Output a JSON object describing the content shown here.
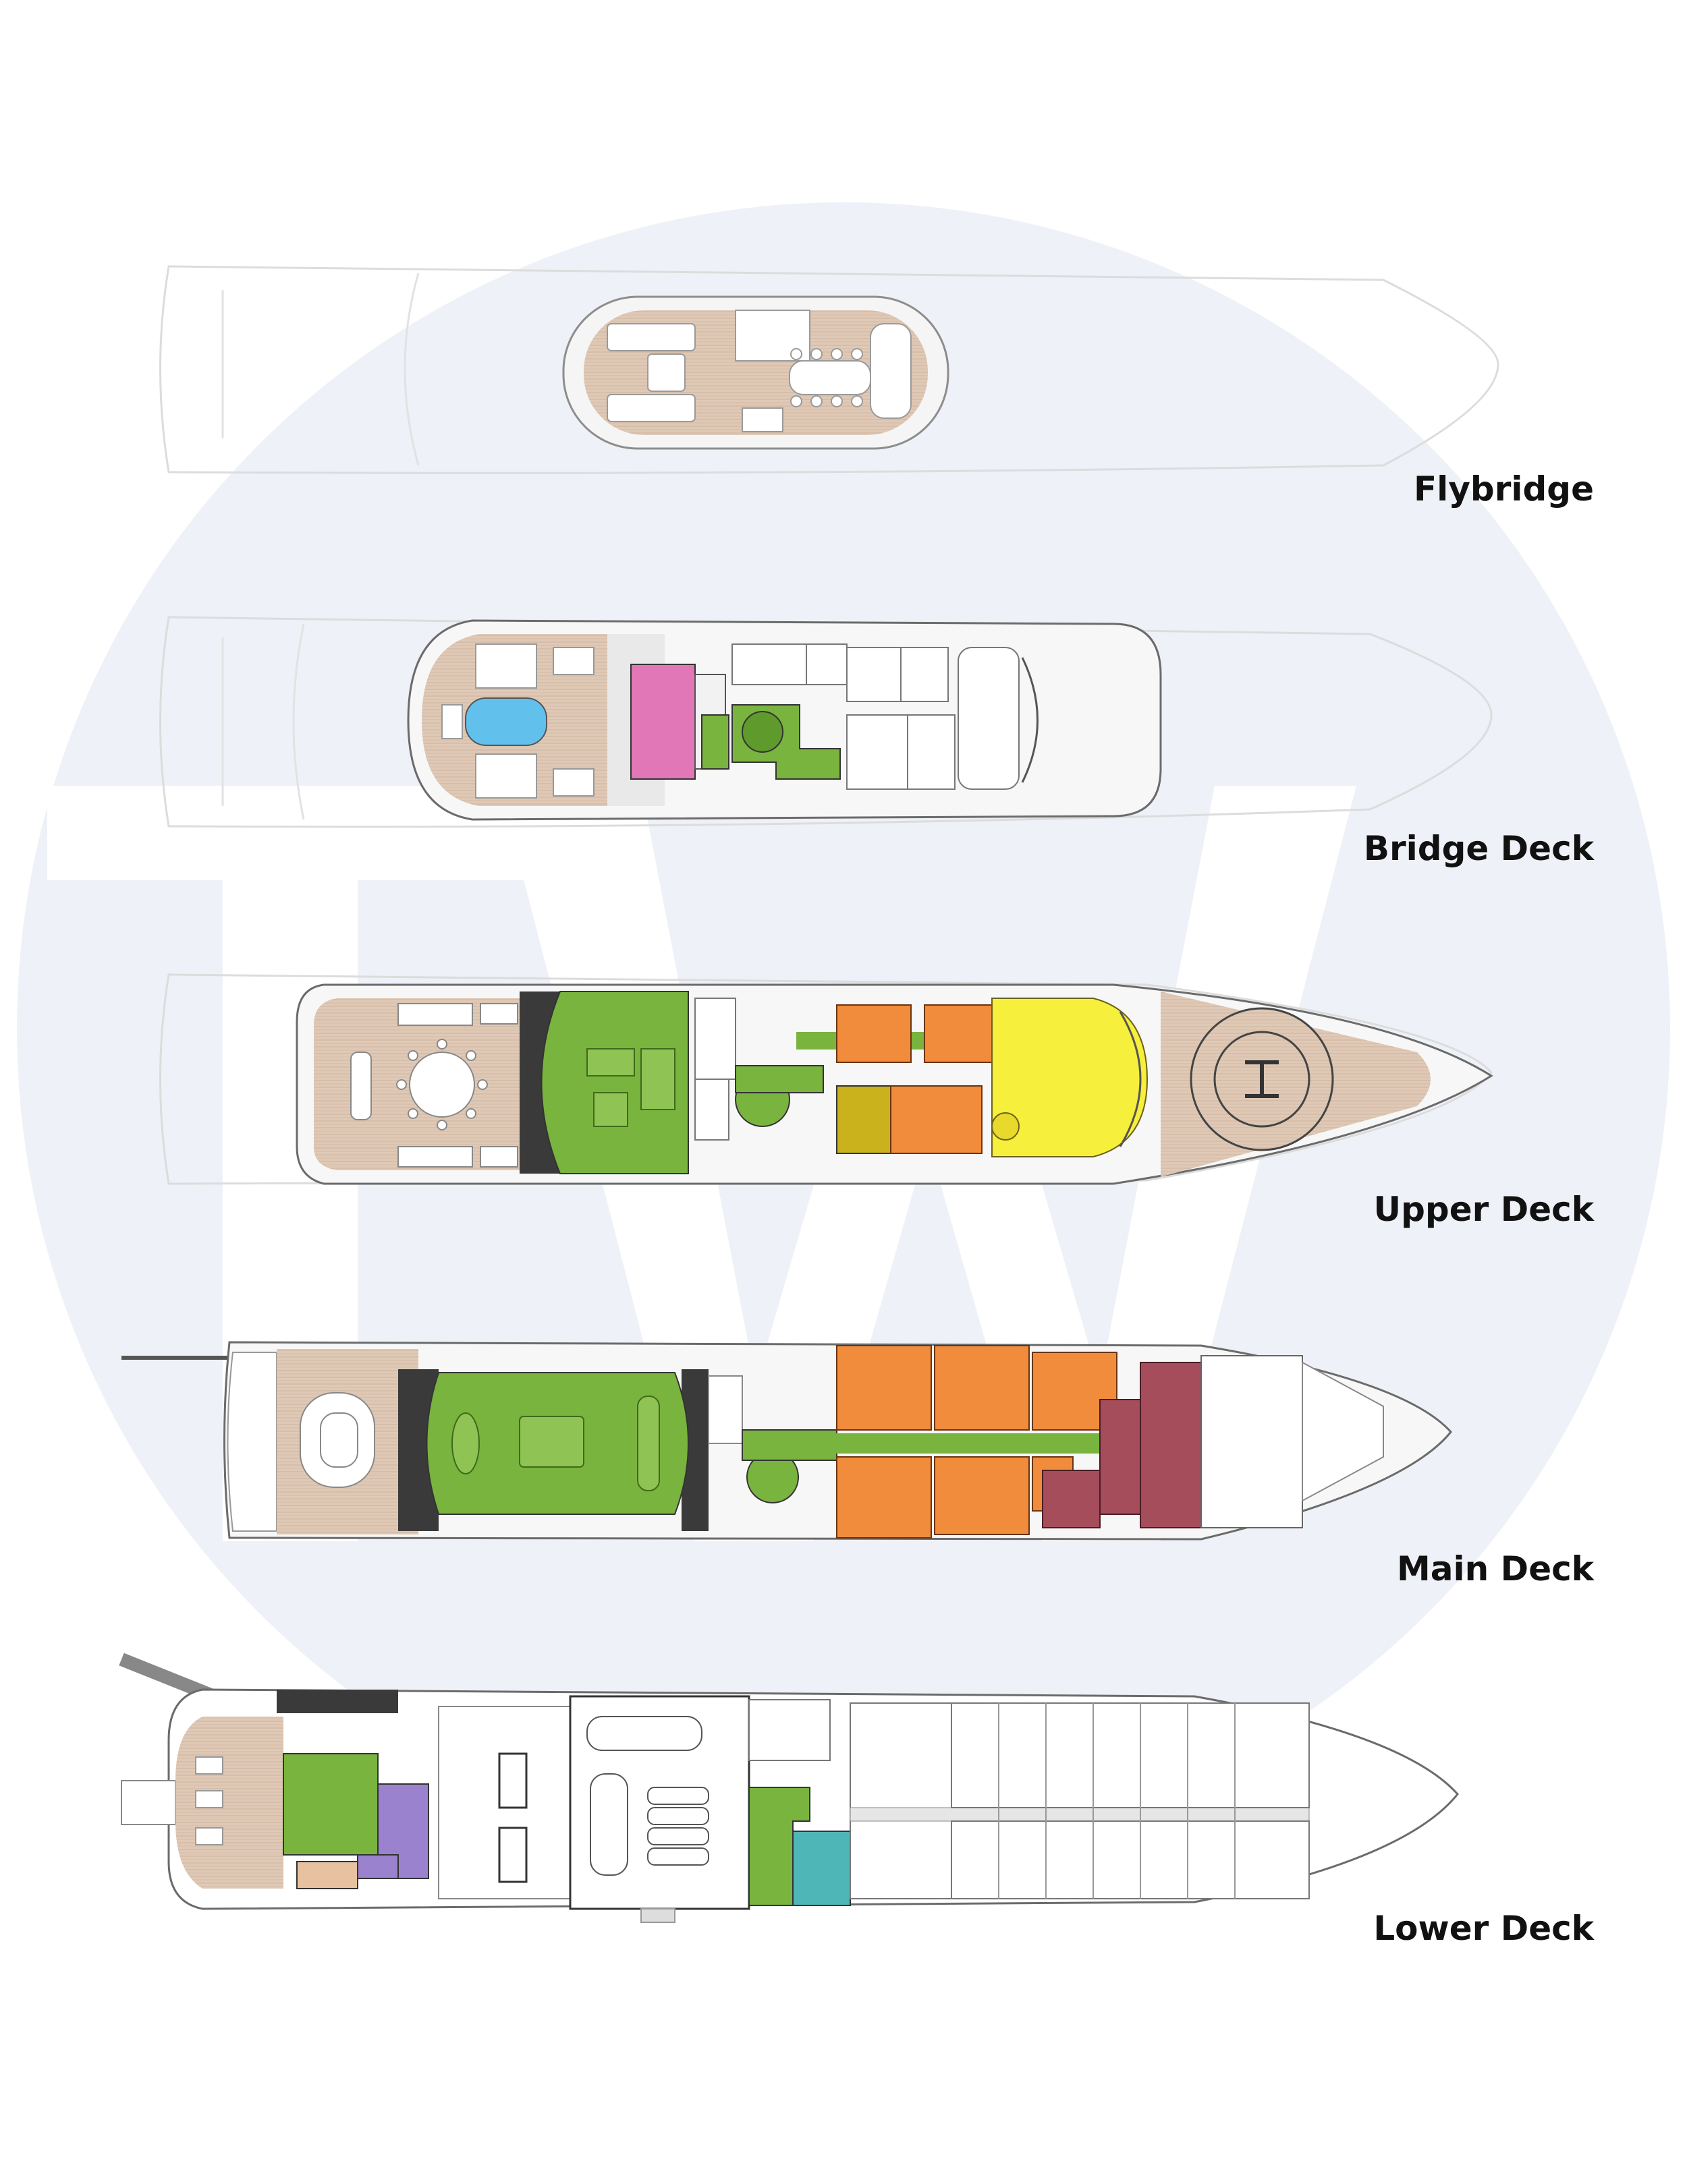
{
  "decks": [
    {
      "id": "flybridge",
      "label": "Flybridge"
    },
    {
      "id": "bridge",
      "label": "Bridge Deck"
    },
    {
      "id": "upper",
      "label": "Upper Deck"
    },
    {
      "id": "main",
      "label": "Main Deck"
    },
    {
      "id": "lower",
      "label": "Lower Deck"
    }
  ],
  "watermark": {
    "letters": "TW",
    "style": "white monogram on light blue circle"
  },
  "colors": {
    "watermark_circle": "#eef1f7",
    "teak_deck": "#dfc9b6",
    "hull_outline": "#c9c9c9",
    "structure_dark": "#2f2f2f",
    "lounge_green": "#79b43e",
    "guest_cabin_orange": "#f08c3c",
    "owner_suite_yellow": "#f6ef3c",
    "vip_olive": "#c9b21c",
    "crew_maroon": "#a64d5c",
    "sky_lounge_pink": "#e277b8",
    "gym_purple": "#9b82cf",
    "spa_teal": "#4fb6b8",
    "pool_blue": "#62c0ec",
    "beach_club_tan": "#e8c2a0"
  },
  "icons": {
    "helipad": "helipad-h-icon"
  }
}
